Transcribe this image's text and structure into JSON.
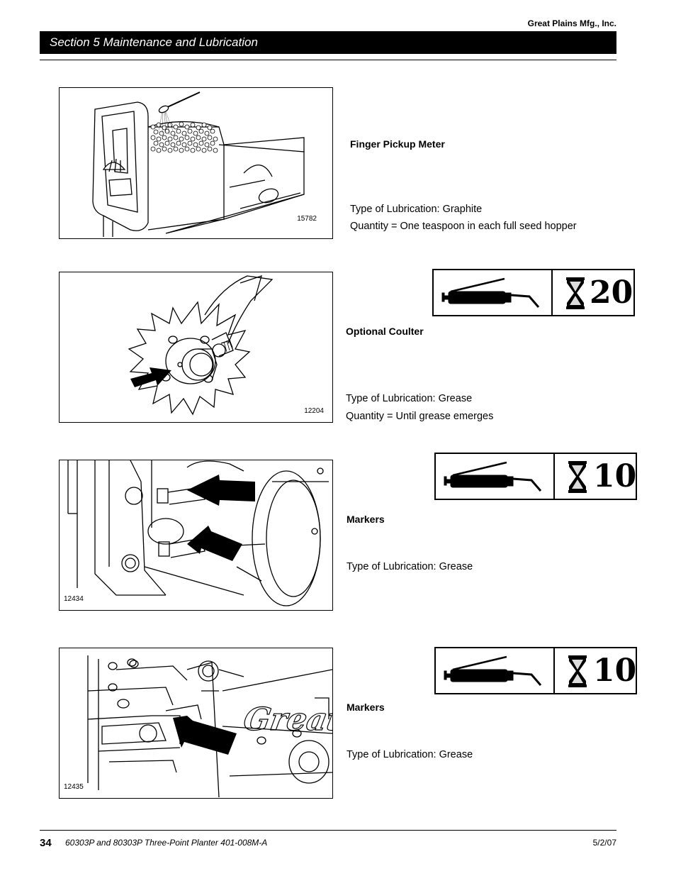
{
  "header": {
    "company": "Great Plains Mfg., Inc.",
    "section_title": "Section 5 Maintenance and Lubrication"
  },
  "items": [
    {
      "figure_number": "15782",
      "title": "Finger Pickup Meter",
      "lubrication": "Type of Lubrication: Graphite",
      "quantity": "Quantity = One teaspoon in each full seed hopper"
    },
    {
      "figure_number": "12204",
      "title": "Optional Coulter",
      "lubrication": "Type of Lubrication: Grease",
      "quantity": "Quantity = Until grease emerges",
      "interval": "20"
    },
    {
      "figure_number": "12434",
      "title": "Markers",
      "lubrication": "Type of Lubrication: Grease",
      "interval": "10"
    },
    {
      "figure_number": "12435",
      "title": "Markers",
      "lubrication": "Type of Lubrication: Grease",
      "interval": "10"
    }
  ],
  "footer": {
    "page_number": "34",
    "document": "60303P and 80303P Three-Point Planter   401-008M-A",
    "date": "5/2/07"
  },
  "icons": {
    "grease_gun": "grease-gun-icon",
    "hourglass": "hourglass-icon"
  }
}
